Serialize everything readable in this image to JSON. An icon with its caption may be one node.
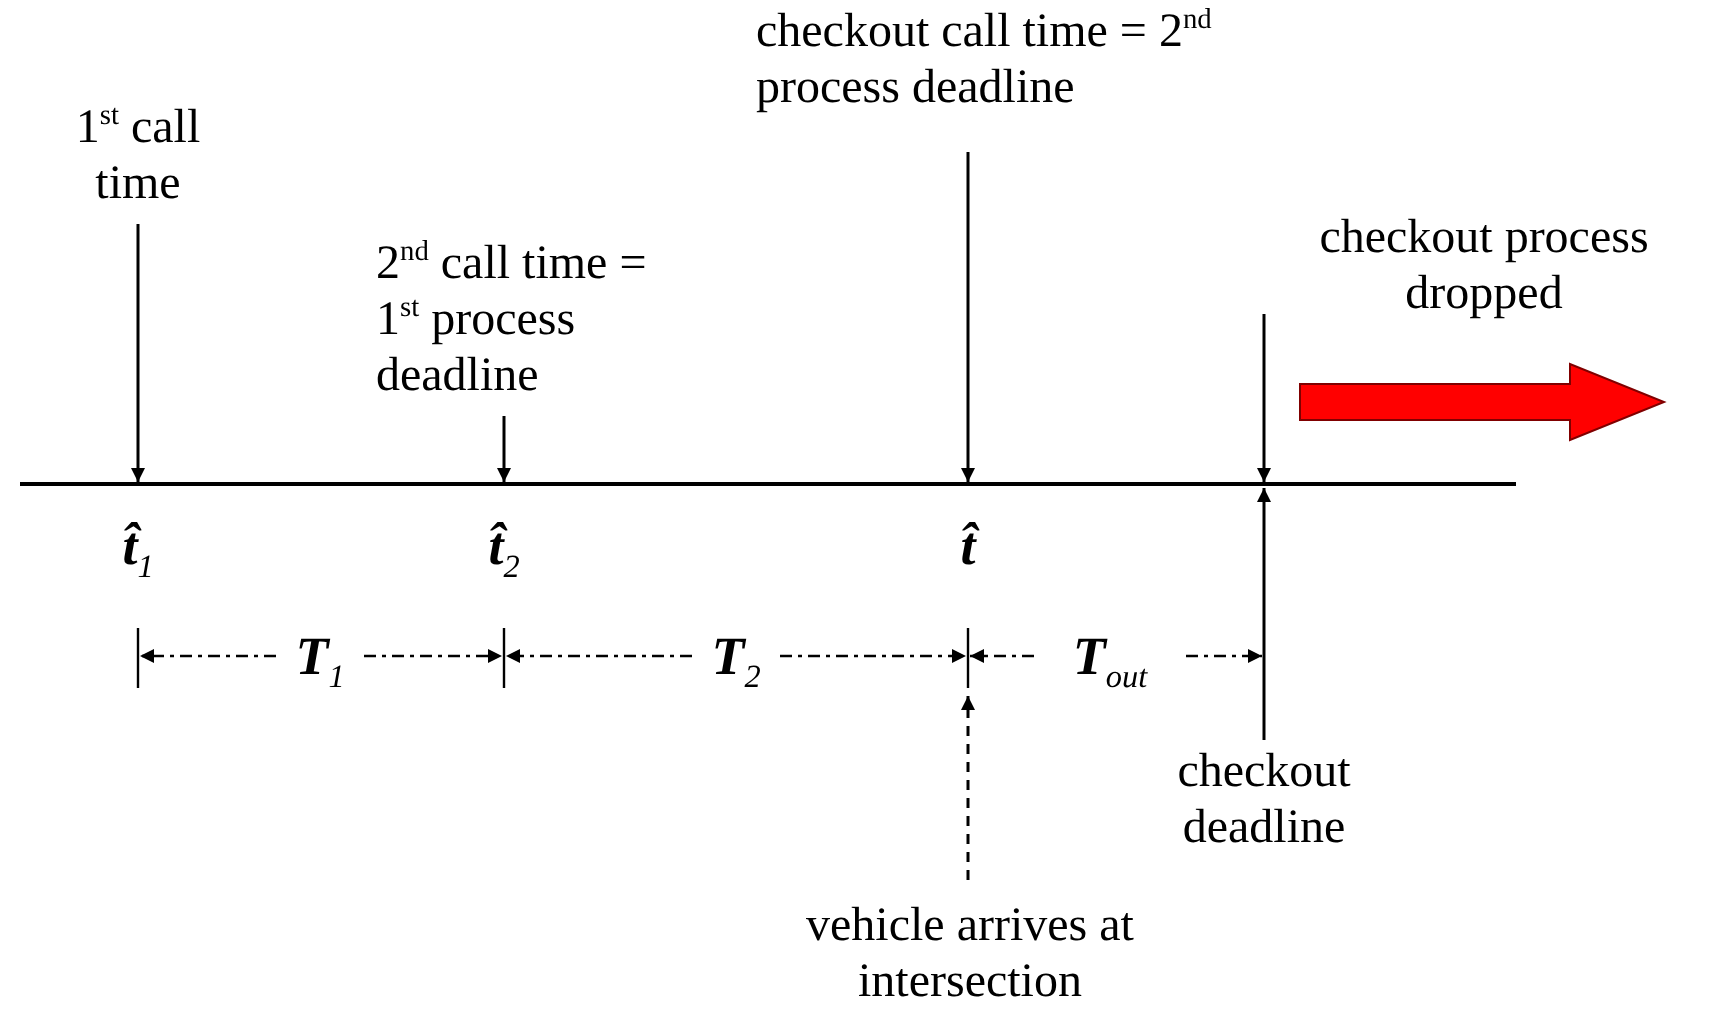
{
  "diagram": {
    "nodes": [
      {
        "text": [
          "1$^{st}$ call time"
        ]
      },
      {
        "text": [
          "2$^{nd}$ call time = 1$^{st}$ process deadline"
        ]
      },
      {
        "text": [
          "checkout call time = 2$^{nd}$ process deadline"
        ]
      },
      {
        "text": [
          "checkout process dropped"
        ]
      },
      {
        "text": [
          "checkout deadline"
        ]
      },
      {
        "text": [
          "vehicle arrives at intersection"
        ]
      }
    ],
    "edges": [
      {
        "from": 0,
        "to": null,
        "arrow": "to"
      },
      {
        "from": 1,
        "to": null,
        "arrow": "to"
      },
      {
        "from": 2,
        "to": null,
        "arrow": "to"
      },
      {
        "from": 3,
        "to": null,
        "arrow": "to"
      },
      {
        "from": 4,
        "to": null,
        "arrow": "to"
      },
      {
        "from": 5,
        "to": null,
        "arrow": "to",
        "style": "dashed"
      }
    ],
    "labels": [
      "t̂$_{1}$",
      "t̂$_{2}$",
      "t̂",
      "T$_{1}$",
      "T$_{2}$",
      "T$_{out}$"
    ]
  }
}
